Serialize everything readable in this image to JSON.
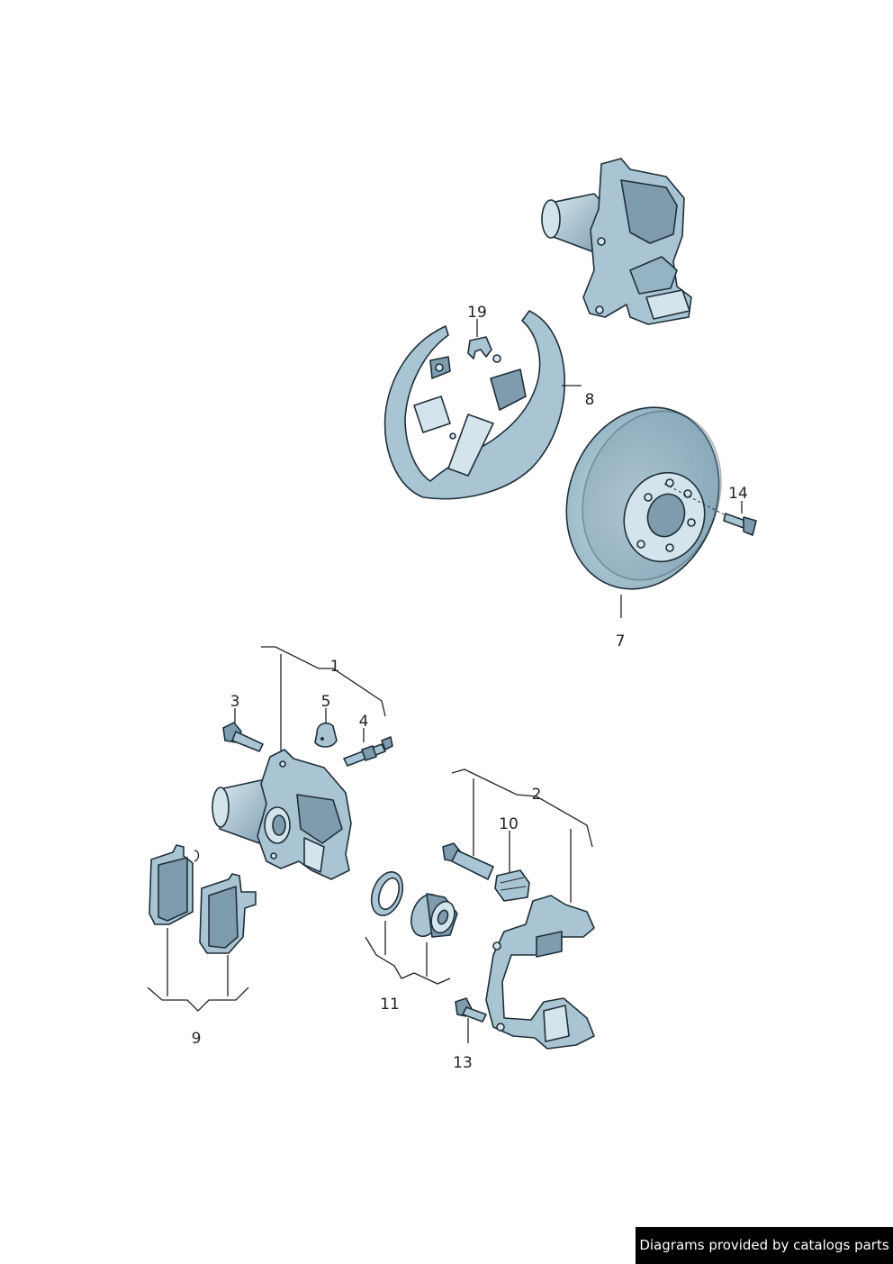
{
  "callouts": {
    "c1": "1",
    "c2": "2",
    "c3": "3",
    "c4": "4",
    "c5": "5",
    "c7": "7",
    "c8": "8",
    "c9": "9",
    "c10": "10",
    "c11": "11",
    "c13": "13",
    "c14": "14",
    "c19": "19"
  },
  "credit": "Diagrams provided by catalogs parts",
  "colors": {
    "part_fill": "#a9c4d2",
    "part_shadow": "#7e9cad",
    "line": "#1f2f3a"
  }
}
